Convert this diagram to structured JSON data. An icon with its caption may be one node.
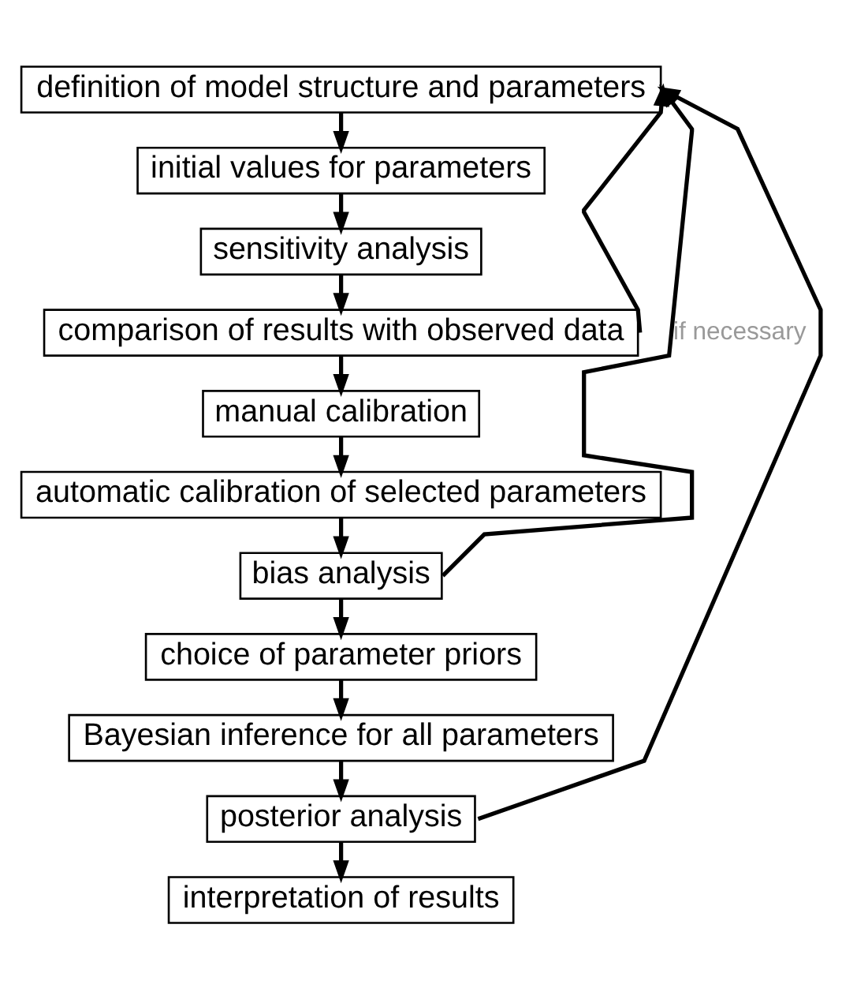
{
  "diagram": {
    "nodes": [
      {
        "text": [
          "definition of model structure and parameters"
        ]
      },
      {
        "text": [
          "initial values for parameters"
        ]
      },
      {
        "text": [
          "sensitivity analysis"
        ]
      },
      {
        "text": [
          "comparison of results with observed data"
        ]
      },
      {
        "text": [
          "manual calibration"
        ]
      },
      {
        "text": [
          "automatic calibration of selected parameters"
        ]
      },
      {
        "text": [
          "bias analysis"
        ]
      },
      {
        "text": [
          "choice of parameter priors"
        ]
      },
      {
        "text": [
          "Bayesian inference for all parameters"
        ]
      },
      {
        "text": [
          "posterior analysis"
        ]
      },
      {
        "text": [
          "interpretation of results"
        ]
      }
    ],
    "edges": [
      {
        "from": 0,
        "to": 1,
        "arrow": "to"
      },
      {
        "from": 1,
        "to": 2,
        "arrow": "to"
      },
      {
        "from": 2,
        "to": 3,
        "arrow": "to"
      },
      {
        "from": 3,
        "to": 4,
        "arrow": "to"
      },
      {
        "from": 4,
        "to": 5,
        "arrow": "to"
      },
      {
        "from": 5,
        "to": 6,
        "arrow": "to"
      },
      {
        "from": 6,
        "to": 7,
        "arrow": "to"
      },
      {
        "from": 7,
        "to": 8,
        "arrow": "to"
      },
      {
        "from": 8,
        "to": 9,
        "arrow": "to"
      },
      {
        "from": 9,
        "to": 10,
        "arrow": "to"
      },
      {
        "from": 3,
        "to": 0,
        "arrow": "to"
      },
      {
        "from": 6,
        "to": 0,
        "arrow": "to",
        "label": "if necessary"
      },
      {
        "from": 9,
        "to": 0,
        "arrow": "to"
      }
    ]
  }
}
